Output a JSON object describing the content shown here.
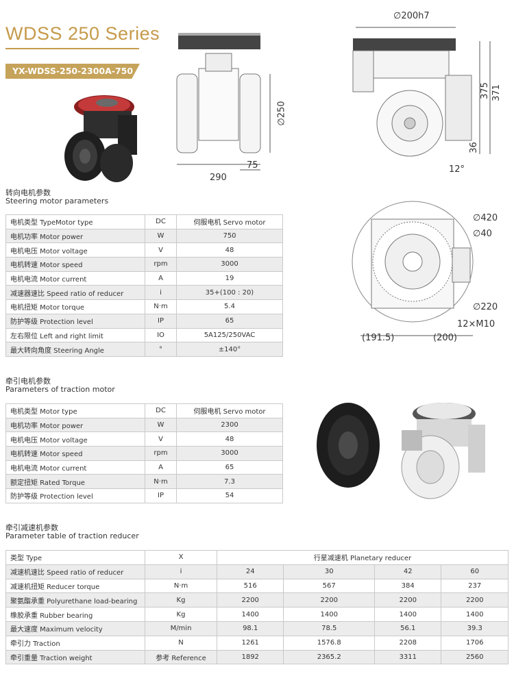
{
  "title": "WDSS 250 Series",
  "model": "YX-WDSS-250-2300A-750",
  "dimensions": {
    "d200h7": "∅200h7",
    "d250": "∅250",
    "w75": "75",
    "w290": "290",
    "h375": "375",
    "h371": "371",
    "h36": "36",
    "angle12": "12°",
    "d420": "∅420",
    "d40": "∅40",
    "d220": "∅220",
    "holes": "12×M10",
    "w191": "(191.5)",
    "w200": "(200)"
  },
  "steering": {
    "title_cn": "转向电机参数",
    "title_en": "Steering motor parameters",
    "rows": [
      {
        "name": "电机类型 TypeMotor type",
        "unit": "DC",
        "value": "伺服电机 Servo motor"
      },
      {
        "name": "电机功率 Motor power",
        "unit": "W",
        "value": "750"
      },
      {
        "name": "电机电压 Motor voltage",
        "unit": "V",
        "value": "48"
      },
      {
        "name": "电机转速 Motor speed",
        "unit": "rpm",
        "value": "3000"
      },
      {
        "name": "电机电流 Motor current",
        "unit": "A",
        "value": "19"
      },
      {
        "name": "减速器速比 Speed ratio of reducer",
        "unit": "i",
        "value": "35+(100 : 20)"
      },
      {
        "name": "电机扭矩 Motor torque",
        "unit": "N·m",
        "value": "5.4"
      },
      {
        "name": "防护等级 Protection level",
        "unit": "IP",
        "value": "65"
      },
      {
        "name": "左右限位 Left and right limit",
        "unit": "IO",
        "value": "5A125/250VAC"
      },
      {
        "name": "最大转向角度 Steering Angle",
        "unit": "°",
        "value": "±140°"
      }
    ]
  },
  "traction": {
    "title_cn": "牵引电机参数",
    "title_en": "Parameters of traction motor",
    "rows": [
      {
        "name": "电机类型 Motor type",
        "unit": "DC",
        "value": "伺服电机 Servo motor"
      },
      {
        "name": "电机功率 Motor power",
        "unit": "W",
        "value": "2300"
      },
      {
        "name": "电机电压 Motor voltage",
        "unit": "V",
        "value": "48"
      },
      {
        "name": "电机转速 Motor speed",
        "unit": "rpm",
        "value": "3000"
      },
      {
        "name": "电机电流 Motor current",
        "unit": "A",
        "value": "65"
      },
      {
        "name": "额定扭矩 Rated Torque",
        "unit": "N·m",
        "value": "7.3"
      },
      {
        "name": "防护等级 Protection level",
        "unit": "IP",
        "value": "54"
      }
    ]
  },
  "reducer": {
    "title_cn": "牵引减速机参数",
    "title_en": "Parameter table of traction reducer",
    "header": {
      "name": "类型 Type",
      "unit": "X",
      "value": "行星减速机 Planetary reducer"
    },
    "rows": [
      {
        "name": "减速机速比 Speed ratio of reducer",
        "unit": "i",
        "values": [
          "24",
          "30",
          "42",
          "60"
        ]
      },
      {
        "name": "减速机扭矩 Reducer torque",
        "unit": "N·m",
        "values": [
          "516",
          "567",
          "384",
          "237"
        ]
      },
      {
        "name": "聚氨酯承重 Polyurethane load-bearing",
        "unit": "Kg",
        "values": [
          "2200",
          "2200",
          "2200",
          "2200"
        ]
      },
      {
        "name": "橡胶承重 Rubber bearing",
        "unit": "Kg",
        "values": [
          "1400",
          "1400",
          "1400",
          "1400"
        ]
      },
      {
        "name": "最大速度 Maximum velocity",
        "unit": "M/min",
        "values": [
          "98.1",
          "78.5",
          "56.1",
          "39.3"
        ]
      },
      {
        "name": "牵引力 Traction",
        "unit": "N",
        "values": [
          "1261",
          "1576.8",
          "2208",
          "1706"
        ]
      },
      {
        "name": "牵引重量 Traction weight",
        "unit": "参考 Reference",
        "values": [
          "1892",
          "2365.2",
          "3311",
          "2560"
        ]
      }
    ]
  },
  "colors": {
    "gold": "#c59a4a",
    "badge": "#c6a35a",
    "row_shade": "#ececec",
    "border": "#c9c9c9"
  }
}
